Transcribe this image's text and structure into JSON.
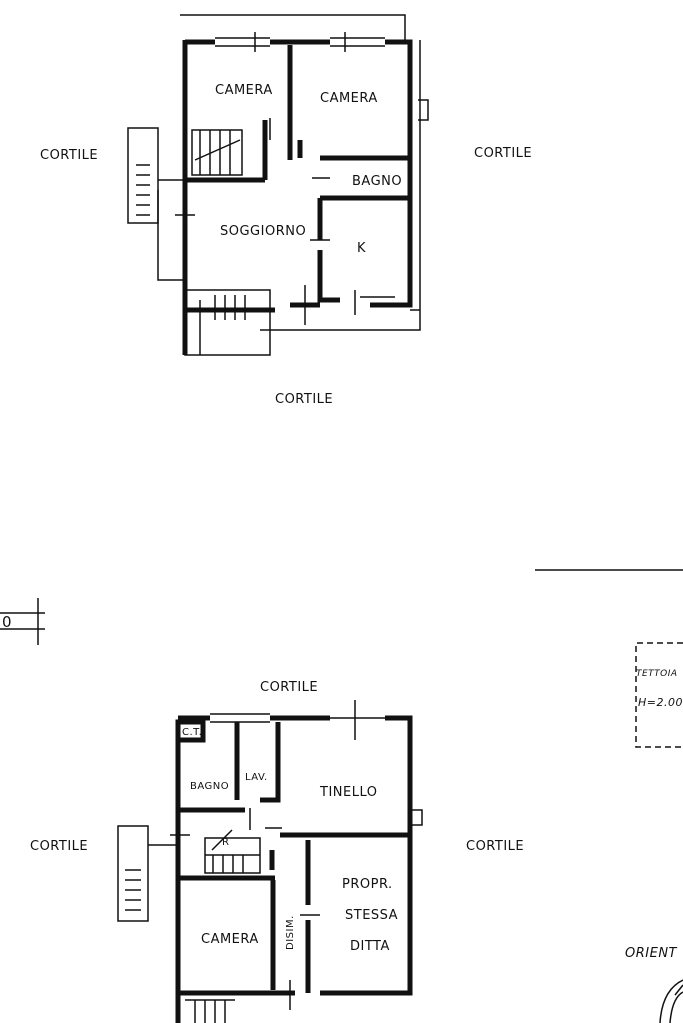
{
  "upper_plan": {
    "rooms": {
      "camera_left": "CAMERA",
      "camera_right": "CAMERA",
      "bagno": "BAGNO",
      "soggiorno": "SOGGIORNO",
      "kitchen": "K"
    },
    "surroundings": {
      "left": "CORTILE",
      "right": "CORTILE",
      "bottom": "CORTILE"
    }
  },
  "scale_marker": "0",
  "lower_plan": {
    "rooms": {
      "ct": "C.T.",
      "bagno": "BAGNO",
      "lav": "LAV.",
      "tinello": "TINELLO",
      "r": "R",
      "propr_line1": "PROPR.",
      "propr_line2": "STESSA",
      "propr_line3": "DITTA",
      "camera": "CAMERA",
      "disim": "DISIM."
    },
    "surroundings": {
      "top": "CORTILE",
      "left": "CORTILE",
      "right": "CORTILE"
    }
  },
  "side_notes": {
    "tettoia": "TETTOIA",
    "height": "H=2.00",
    "orientation": "ORIENT"
  }
}
